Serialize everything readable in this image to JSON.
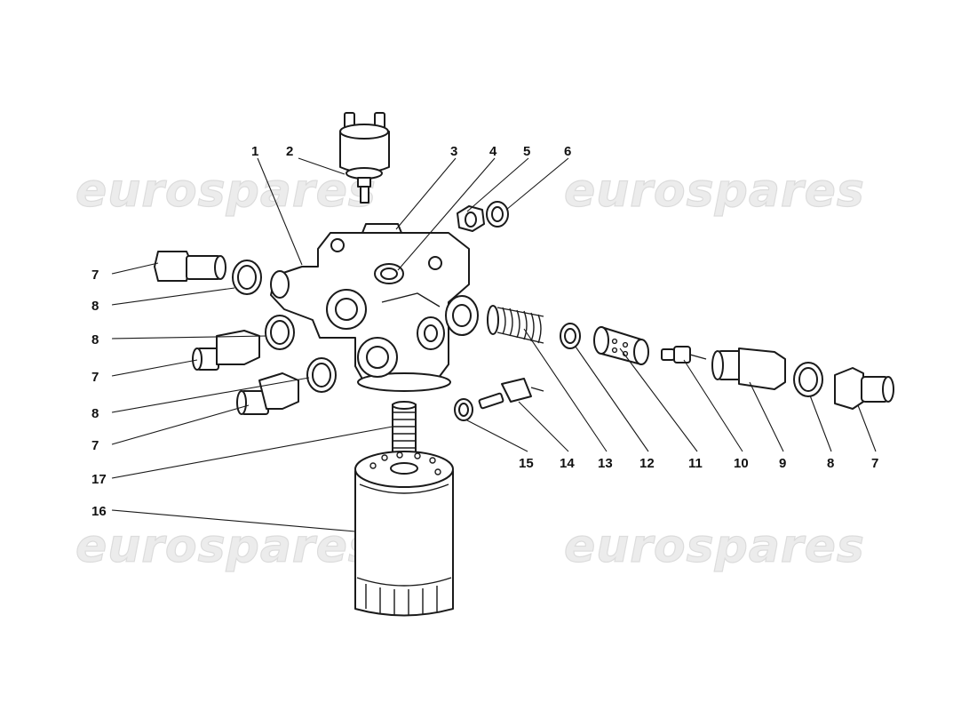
{
  "watermark": {
    "text": "eurospares"
  },
  "callouts": [
    {
      "id": "c1",
      "label": "1"
    },
    {
      "id": "c2",
      "label": "2"
    },
    {
      "id": "c3",
      "label": "3"
    },
    {
      "id": "c4",
      "label": "4"
    },
    {
      "id": "c5",
      "label": "5"
    },
    {
      "id": "c6",
      "label": "6"
    },
    {
      "id": "c7a",
      "label": "7"
    },
    {
      "id": "c8a",
      "label": "8"
    },
    {
      "id": "c8b",
      "label": "8"
    },
    {
      "id": "c7b",
      "label": "7"
    },
    {
      "id": "c8c",
      "label": "8"
    },
    {
      "id": "c7c",
      "label": "7"
    },
    {
      "id": "c17",
      "label": "17"
    },
    {
      "id": "c16",
      "label": "16"
    },
    {
      "id": "c15",
      "label": "15"
    },
    {
      "id": "c14",
      "label": "14"
    },
    {
      "id": "c13",
      "label": "13"
    },
    {
      "id": "c12",
      "label": "12"
    },
    {
      "id": "c11",
      "label": "11"
    },
    {
      "id": "c10",
      "label": "10"
    },
    {
      "id": "c9",
      "label": "9"
    },
    {
      "id": "c8d",
      "label": "8"
    },
    {
      "id": "c7d",
      "label": "7"
    }
  ]
}
